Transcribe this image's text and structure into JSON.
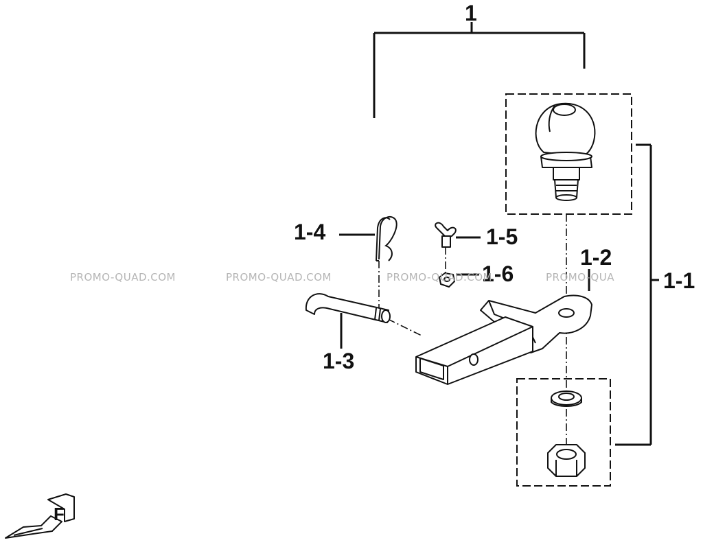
{
  "watermark": {
    "text_1": "PROMO-QUAD.COM",
    "text_2": "PROMO-QUAD.COM",
    "text_3": "PROMO-QUAD.COM",
    "text_4": "PROMO-QUA"
  },
  "callouts": {
    "assembly": "1",
    "ball_mount": "1-1",
    "drawbar": "1-2",
    "hitch_pin": "1-3",
    "hair_pin_clip": "1-4",
    "wing_bolt": "1-5",
    "nut": "1-6"
  },
  "front_marker": {
    "letter": "F"
  }
}
